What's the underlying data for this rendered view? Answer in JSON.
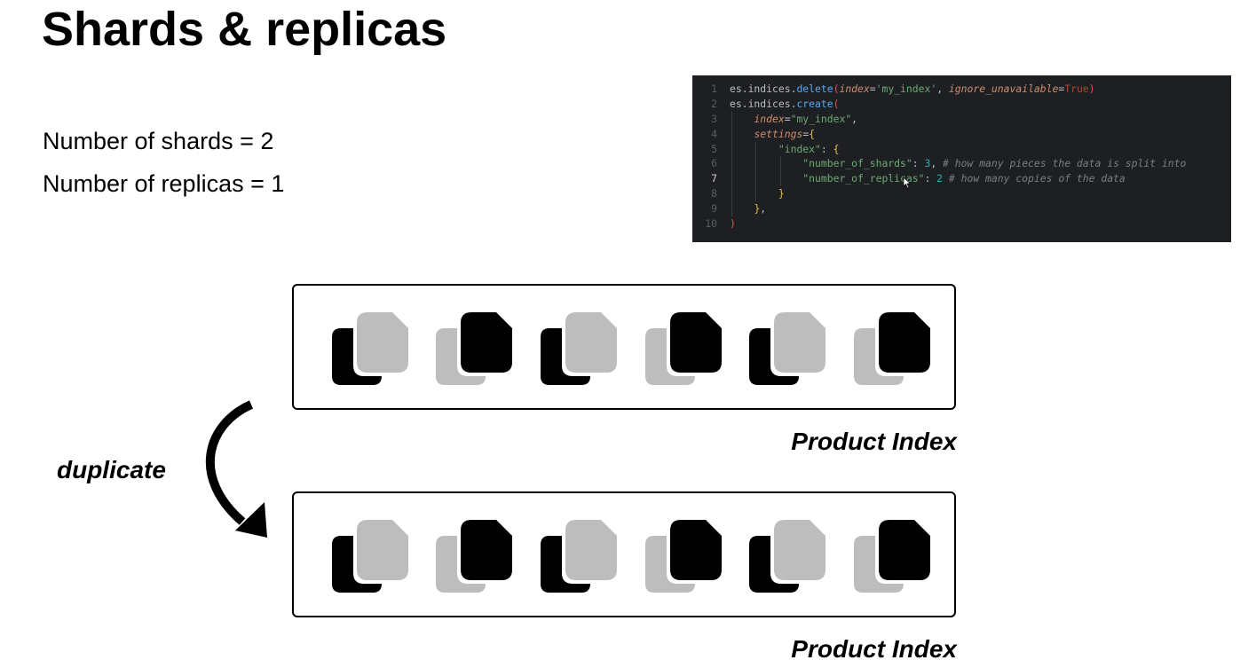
{
  "slide": {
    "title": "Shards & replicas",
    "shards_text": "Number of shards = 2",
    "replicas_text": "Number of replicas = 1",
    "duplicate_label": "duplicate",
    "primary_index_label": "Product Index",
    "replica_index_label": "Product Index"
  },
  "code": {
    "active_line": 7,
    "lines": [
      {
        "num": "1",
        "tokens": [
          [
            "t-def",
            "es."
          ],
          [
            "t-def",
            "indices"
          ],
          [
            "t-def",
            "."
          ],
          [
            "t-fn",
            "delete"
          ],
          [
            "t-paren",
            "("
          ],
          [
            "t-arg",
            "index"
          ],
          [
            "t-def",
            "="
          ],
          [
            "t-str",
            "'my_index'"
          ],
          [
            "t-def",
            ", "
          ],
          [
            "t-arg",
            "ignore_unavailable"
          ],
          [
            "t-def",
            "="
          ],
          [
            "t-kw",
            "True"
          ],
          [
            "t-paren",
            ")"
          ]
        ]
      },
      {
        "num": "2",
        "tokens": [
          [
            "t-def",
            "es."
          ],
          [
            "t-def",
            "indices"
          ],
          [
            "t-def",
            "."
          ],
          [
            "t-fn",
            "create"
          ],
          [
            "t-paren",
            "("
          ]
        ]
      },
      {
        "num": "3",
        "tokens": [
          [
            "t-def",
            "    "
          ],
          [
            "t-arg",
            "index"
          ],
          [
            "t-def",
            "="
          ],
          [
            "t-str",
            "\"my_index\""
          ],
          [
            "t-def",
            ","
          ]
        ]
      },
      {
        "num": "4",
        "tokens": [
          [
            "t-def",
            "    "
          ],
          [
            "t-arg",
            "settings"
          ],
          [
            "t-def",
            "="
          ],
          [
            "t-brace",
            "{"
          ]
        ]
      },
      {
        "num": "5",
        "tokens": [
          [
            "t-def",
            "        "
          ],
          [
            "t-str",
            "\"index\""
          ],
          [
            "t-def",
            ": "
          ],
          [
            "t-brace",
            "{"
          ]
        ]
      },
      {
        "num": "6",
        "tokens": [
          [
            "t-def",
            "            "
          ],
          [
            "t-str",
            "\"number_of_shards\""
          ],
          [
            "t-def",
            ": "
          ],
          [
            "t-num",
            "3"
          ],
          [
            "t-def",
            ", "
          ],
          [
            "t-com",
            "# how many pieces the data is split into"
          ]
        ]
      },
      {
        "num": "7",
        "tokens": [
          [
            "t-def",
            "            "
          ],
          [
            "t-str",
            "\"number_of_replicas\""
          ],
          [
            "t-def",
            ": "
          ],
          [
            "t-num",
            "2"
          ],
          [
            "t-def",
            " "
          ],
          [
            "t-com",
            "# how many copies of the data"
          ]
        ]
      },
      {
        "num": "8",
        "tokens": [
          [
            "t-def",
            "        "
          ],
          [
            "t-brace",
            "}"
          ]
        ]
      },
      {
        "num": "9",
        "tokens": [
          [
            "t-def",
            "    "
          ],
          [
            "t-brace",
            "}"
          ],
          [
            "t-def",
            ","
          ]
        ]
      },
      {
        "num": "10",
        "tokens": [
          [
            "t-paren",
            ")"
          ]
        ]
      }
    ]
  },
  "icons": {
    "back_sheet_color": "#000000",
    "front_sheet_color": "#bdbdbd",
    "pattern": [
      "black-first",
      "gray-first",
      "black-first",
      "gray-first",
      "black-first",
      "gray-first"
    ]
  }
}
